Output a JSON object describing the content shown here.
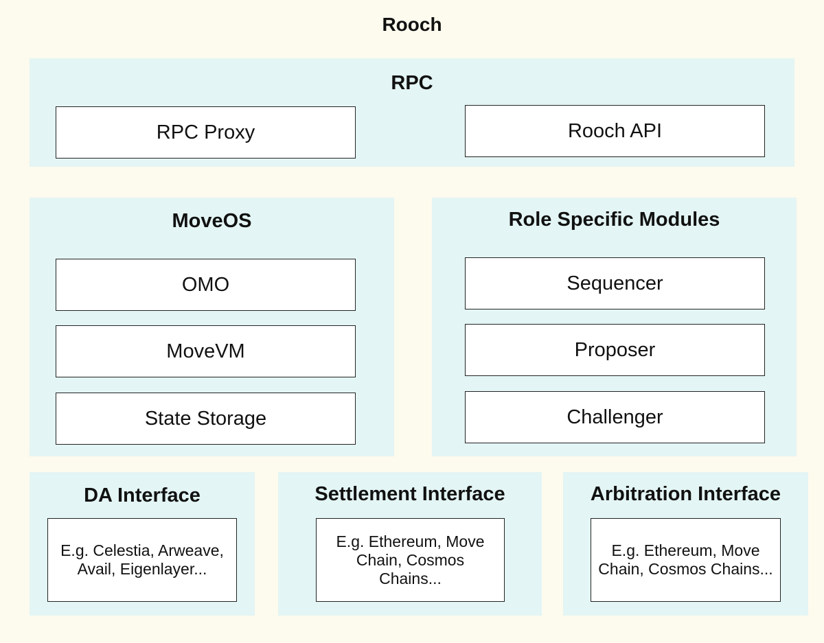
{
  "title": "Rooch",
  "rpc": {
    "title": "RPC",
    "items": [
      "RPC Proxy",
      "Rooch API"
    ]
  },
  "moveos": {
    "title": "MoveOS",
    "items": [
      "OMO",
      "MoveVM",
      "State Storage"
    ]
  },
  "role_modules": {
    "title": "Role Specific Modules",
    "items": [
      "Sequencer",
      "Proposer",
      "Challenger"
    ]
  },
  "da_interface": {
    "title": "DA Interface",
    "examples": "E.g. Celestia, Arweave, Avail, Eigenlayer..."
  },
  "settlement_interface": {
    "title": "Settlement Interface",
    "examples": "E.g. Ethereum, Move Chain, Cosmos Chains..."
  },
  "arbitration_interface": {
    "title": "Arbitration Interface",
    "examples": "E.g. Ethereum, Move Chain, Cosmos Chains..."
  },
  "colors": {
    "background": "#fdfaee",
    "panel": "#e3f5f4",
    "box": "#ffffff",
    "border": "#222222"
  }
}
